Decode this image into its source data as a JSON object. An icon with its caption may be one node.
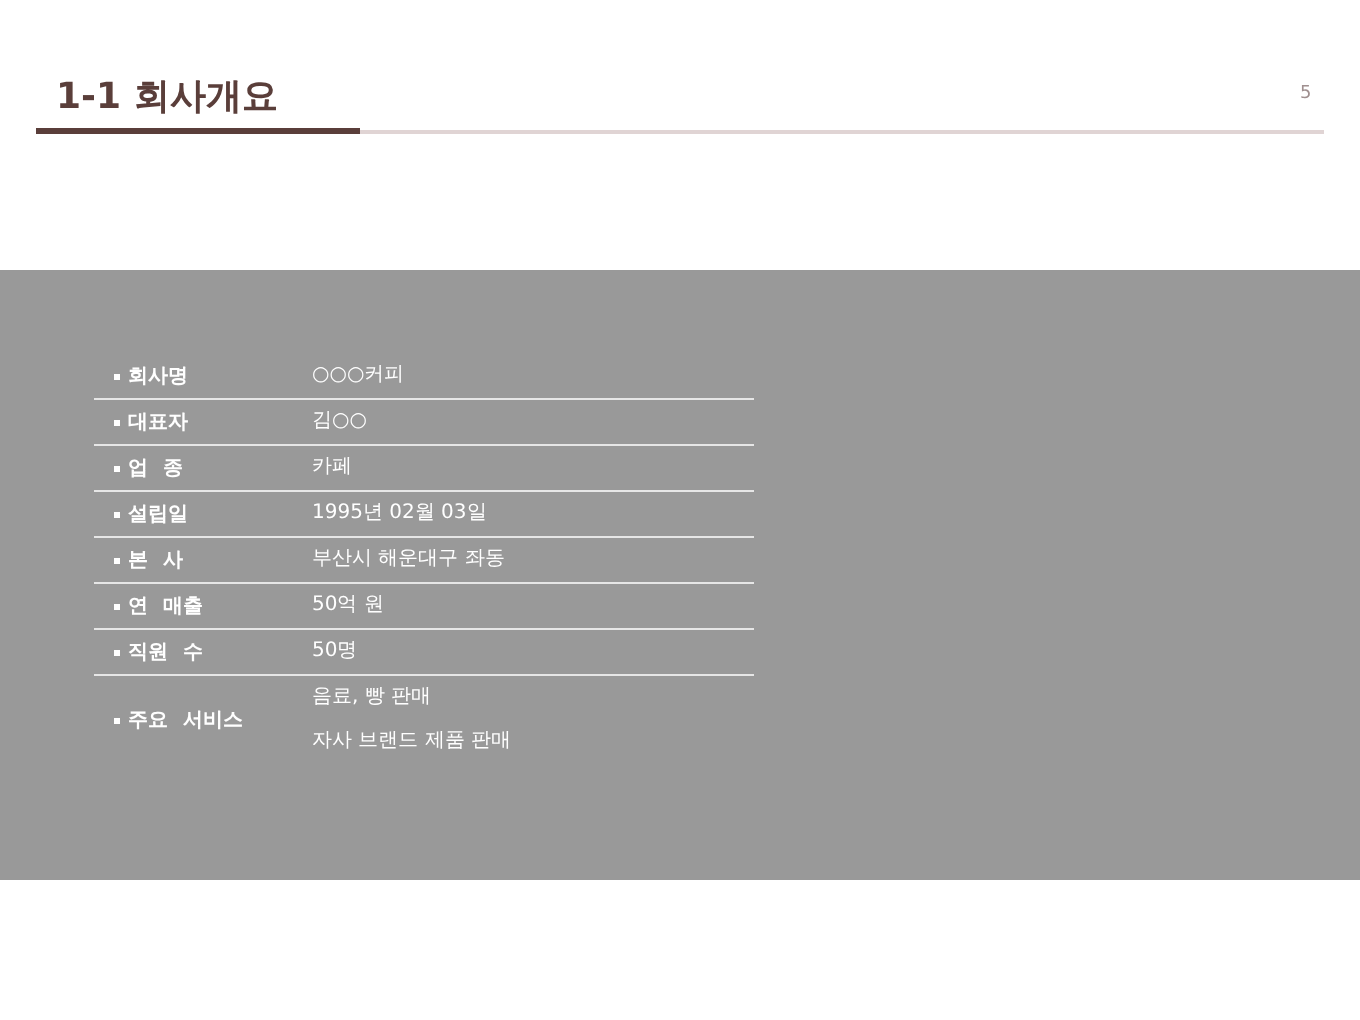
{
  "diagram": {
    "title": "1-1 회사개요",
    "labels": [
      "5",
      "회사명",
      "○○○커피",
      "대표자",
      "김○○",
      "업 종",
      "카페",
      "설립일",
      "1995년 02월 03일",
      "본 사",
      "부산시 해운대구 좌동",
      "연 매출",
      "50억 원",
      "직원 수",
      "50명",
      "주요 서비스",
      "음료, 빵 판매",
      "자사 브랜드 제품 판매"
    ]
  }
}
